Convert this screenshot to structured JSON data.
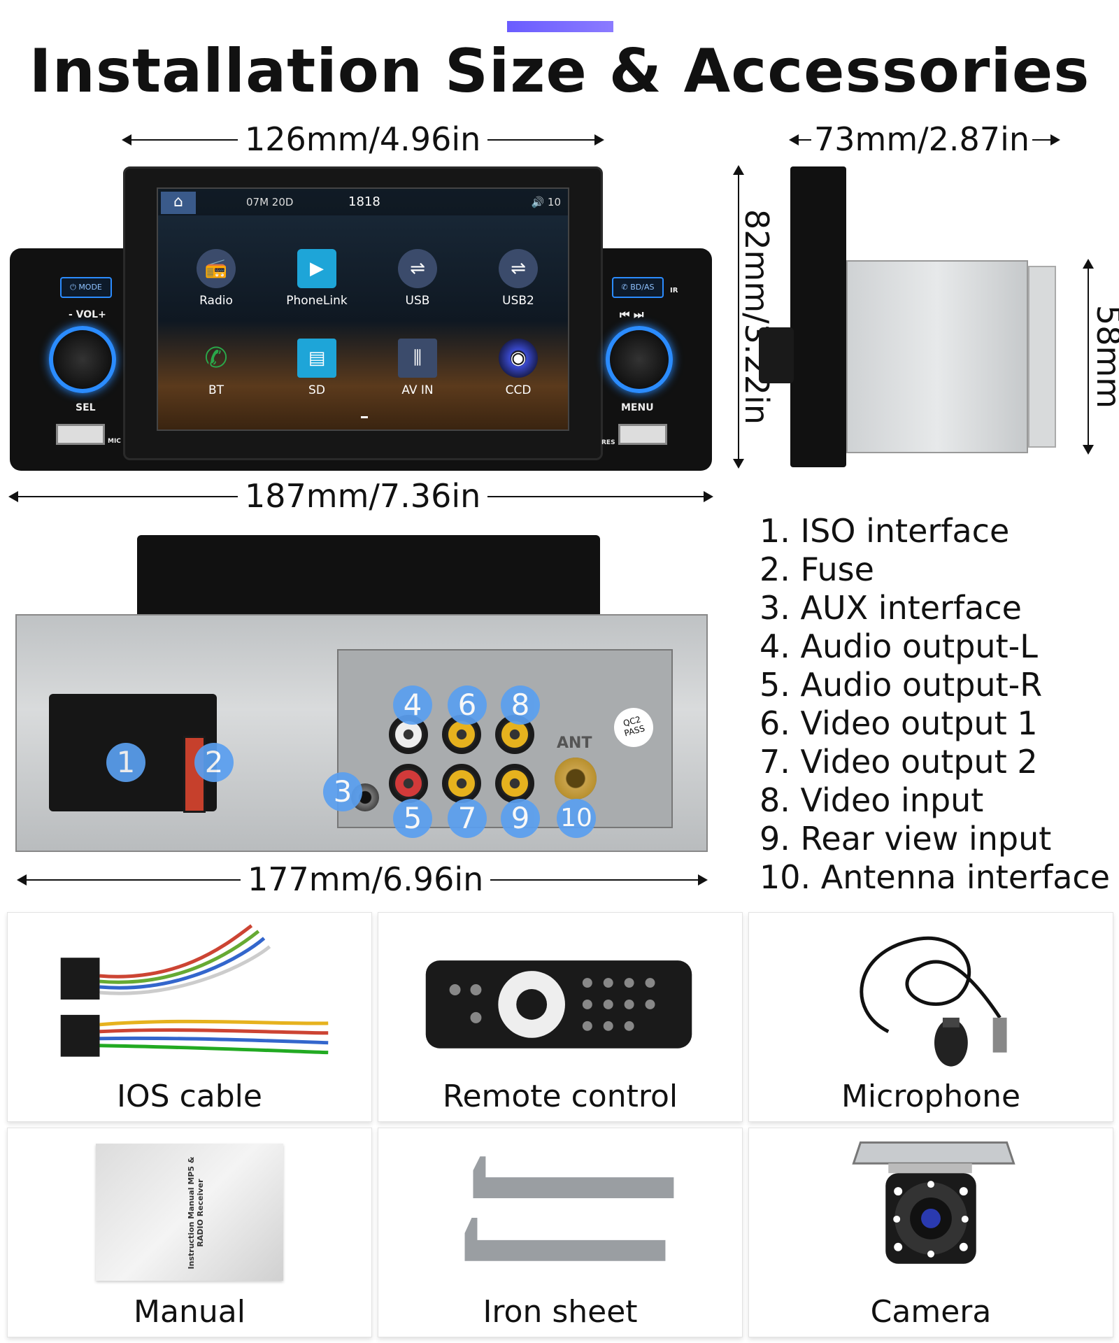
{
  "title": "Installation Size & Accessories",
  "dimensions": {
    "front_width": "126mm/4.96in",
    "side_depth": "73mm/2.87in",
    "front_height": "82mm/3.22in",
    "side_height": "58mm",
    "overall_width": "187mm/7.36in",
    "rear_width": "177mm/6.96in"
  },
  "screen": {
    "date": "07M 20D",
    "time": "1818",
    "volume": "10",
    "apps": [
      {
        "label": "Radio",
        "icon": "radio-icon",
        "color": "#3b4b6b"
      },
      {
        "label": "PhoneLink",
        "icon": "phonelink-icon",
        "color": "#1ea5d8"
      },
      {
        "label": "USB",
        "icon": "usb-icon",
        "color": "#3b4b6b"
      },
      {
        "label": "USB2",
        "icon": "usb-icon",
        "color": "#3b4b6b"
      },
      {
        "label": "BT",
        "icon": "phone-icon",
        "color": "#2aa84a"
      },
      {
        "label": "SD",
        "icon": "sd-card-icon",
        "color": "#1ea5d8"
      },
      {
        "label": "AV IN",
        "icon": "av-in-icon",
        "color": "#3b4b6b"
      },
      {
        "label": "CCD",
        "icon": "camera-icon",
        "color": "#2b3b8b"
      }
    ]
  },
  "unit_labels": {
    "mode": "MODE",
    "vol": "- VOL+",
    "sel": "SEL",
    "mic": "MIC",
    "bdas": "BD/AS",
    "ir": "IR",
    "menu": "MENU",
    "res": "RES"
  },
  "rear": {
    "markers": [
      "1",
      "2",
      "3",
      "4",
      "5",
      "6",
      "7",
      "8",
      "9",
      "10"
    ],
    "qc_label": "QC2 PASS",
    "ant_label": "ANT"
  },
  "ports": [
    "1. ISO interface",
    "2. Fuse",
    "3. AUX interface",
    "4. Audio output-L",
    "5. Audio output-R",
    "6. Video output 1",
    "7. Video output 2",
    "8. Video input",
    "9. Rear view input",
    "10. Antenna interface"
  ],
  "accessories": [
    {
      "label": "IOS cable",
      "icon": "cable-icon"
    },
    {
      "label": "Remote control",
      "icon": "remote-icon"
    },
    {
      "label": "Microphone",
      "icon": "microphone-icon"
    },
    {
      "label": "Manual",
      "icon": "manual-icon"
    },
    {
      "label": "Iron sheet",
      "icon": "iron-sheet-icon"
    },
    {
      "label": "Camera",
      "icon": "camera-icon"
    }
  ],
  "manual_text": "Instruction Manual MP5 & RADIO Receiver"
}
